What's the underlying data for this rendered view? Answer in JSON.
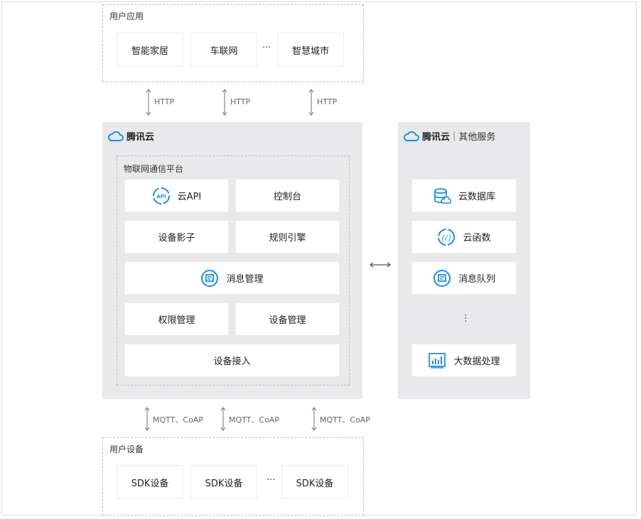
{
  "user_apps": {
    "title": "用户应用",
    "items": [
      "智能家居",
      "车联网",
      "智慧城市"
    ],
    "ellipsis": "···"
  },
  "http_links": [
    "HTTP",
    "HTTP",
    "HTTP"
  ],
  "tencent_cloud": {
    "brand": "腾讯云",
    "platform": {
      "title": "物联网通信平台",
      "cloud_api": "云API",
      "console": "控制台",
      "device_shadow": "设备影子",
      "rule_engine": "规则引擎",
      "message_mgmt": "消息管理",
      "permission_mgmt": "权限管理",
      "device_mgmt": "设备管理",
      "device_access": "设备接入"
    }
  },
  "other_services": {
    "brand": "腾讯云",
    "separator": "|",
    "title": "其他服务",
    "items": [
      "云数据库",
      "云函数",
      "消息队列",
      "大数据处理"
    ],
    "ellipsis": "⋮"
  },
  "mqtt_links": [
    "MQTT、CoAP",
    "MQTT、CoAP",
    "MQTT、CoAP"
  ],
  "user_devices": {
    "title": "用户设备",
    "items": [
      "SDK设备",
      "SDK设备",
      "SDK设备"
    ],
    "ellipsis": "···"
  },
  "colors": {
    "accent": "#1a8ee8",
    "panel": "#e9e9eb",
    "dash": "#bcbcbc"
  }
}
